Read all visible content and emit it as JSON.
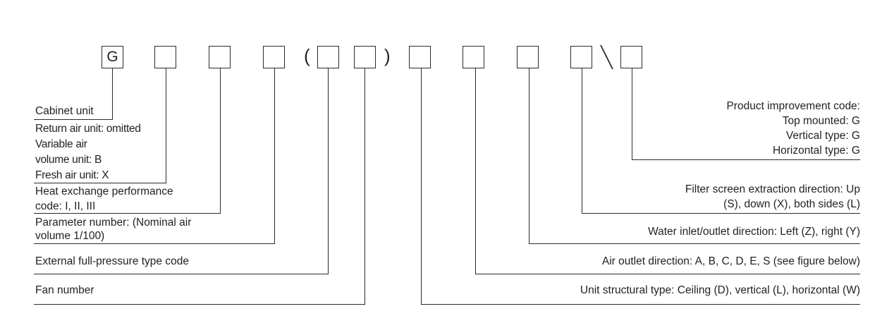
{
  "code_boxes": [
    {
      "value": "G"
    },
    {
      "value": ""
    },
    {
      "value": ""
    },
    {
      "value": ""
    },
    {
      "value": ""
    },
    {
      "value": ""
    },
    {
      "value": ""
    },
    {
      "value": ""
    },
    {
      "value": ""
    },
    {
      "value": ""
    },
    {
      "value": ""
    }
  ],
  "symbols": {
    "open_paren": "(",
    "close_paren": ")"
  },
  "left_labels": {
    "cabinet": "Cabinet unit",
    "unit_type": [
      "Return air unit: omitted",
      "Variable air",
      "volume unit: B",
      "Fresh air unit: X"
    ],
    "heat_exchange": [
      "Heat exchange performance",
      "code: I, II, III"
    ],
    "parameter": [
      "Parameter number: (Nominal air",
      "volume 1/100)"
    ],
    "external_pressure": "External full-pressure type code",
    "fan": "Fan number"
  },
  "right_labels": {
    "product_improvement": [
      "Product improvement code:",
      "Top mounted: G",
      "Vertical type: G",
      "Horizontal type: G"
    ],
    "filter": [
      "Filter screen extraction direction: Up",
      "(S), down (X), both sides (L)"
    ],
    "water": "Water inlet/outlet direction: Left (Z), right (Y)",
    "air_outlet": "Air outlet direction: A, B, C, D, E, S (see figure below)",
    "structural": "Unit structural type: Ceiling (D), vertical (L), horizontal (W)"
  }
}
